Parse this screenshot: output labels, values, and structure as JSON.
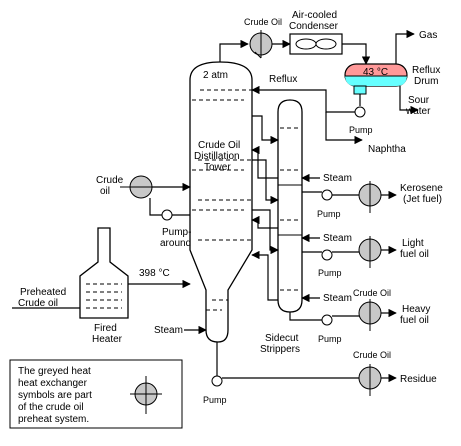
{
  "colors": {
    "heat_exchanger": "#c8c8c8",
    "reflux_drum_gas": "#ff9999",
    "reflux_drum_water": "#66ffff",
    "line": "#000000"
  },
  "labels": {
    "crude_oil_top": "Crude Oil",
    "air_cooled": "Air-cooled",
    "condenser": "Condenser",
    "gas": "Gas",
    "pressure": "2 atm",
    "drum_temp": "43 °C",
    "reflux_drum_1": "Reflux",
    "reflux_drum_2": "Drum",
    "reflux": "Reflux",
    "pump_drum": "Pump",
    "sour_water_1": "Sour",
    "sour_water_2": "water",
    "naphtha": "Naphtha",
    "tower_1": "Crude Oil",
    "tower_2": "Distillation",
    "tower_3": "Tower",
    "crude_left_1": "Crude",
    "crude_left_2": "oil",
    "pumparound_1": "Pump-",
    "pumparound_2": "around",
    "steam_1": "Steam",
    "steam_2": "Steam",
    "steam_3": "Steam",
    "steam_tower": "Steam",
    "pump_kero": "Pump",
    "pump_light": "Pump",
    "pump_heavy": "Pump",
    "pump_bottom": "Pump",
    "kerosene_1": "Kerosene",
    "kerosene_2": "(Jet fuel)",
    "light_1": "Light",
    "light_2": "fuel oil",
    "crude_heavy": "Crude Oil",
    "heavy_1": "Heavy",
    "heavy_2": "fuel oil",
    "crude_residue": "Crude Oil",
    "residue": "Residue",
    "preheated_1": "Preheated",
    "preheated_2": "Crude oil",
    "heater_temp": "398 °C",
    "fired_1": "Fired",
    "fired_2": "Heater",
    "sidecut_1": "Sidecut",
    "sidecut_2": "Strippers",
    "note_1": "The greyed heat",
    "note_2": "heat exchanger",
    "note_3": "symbols are part",
    "note_4": "of the crude oil",
    "note_5": "preheat system."
  }
}
